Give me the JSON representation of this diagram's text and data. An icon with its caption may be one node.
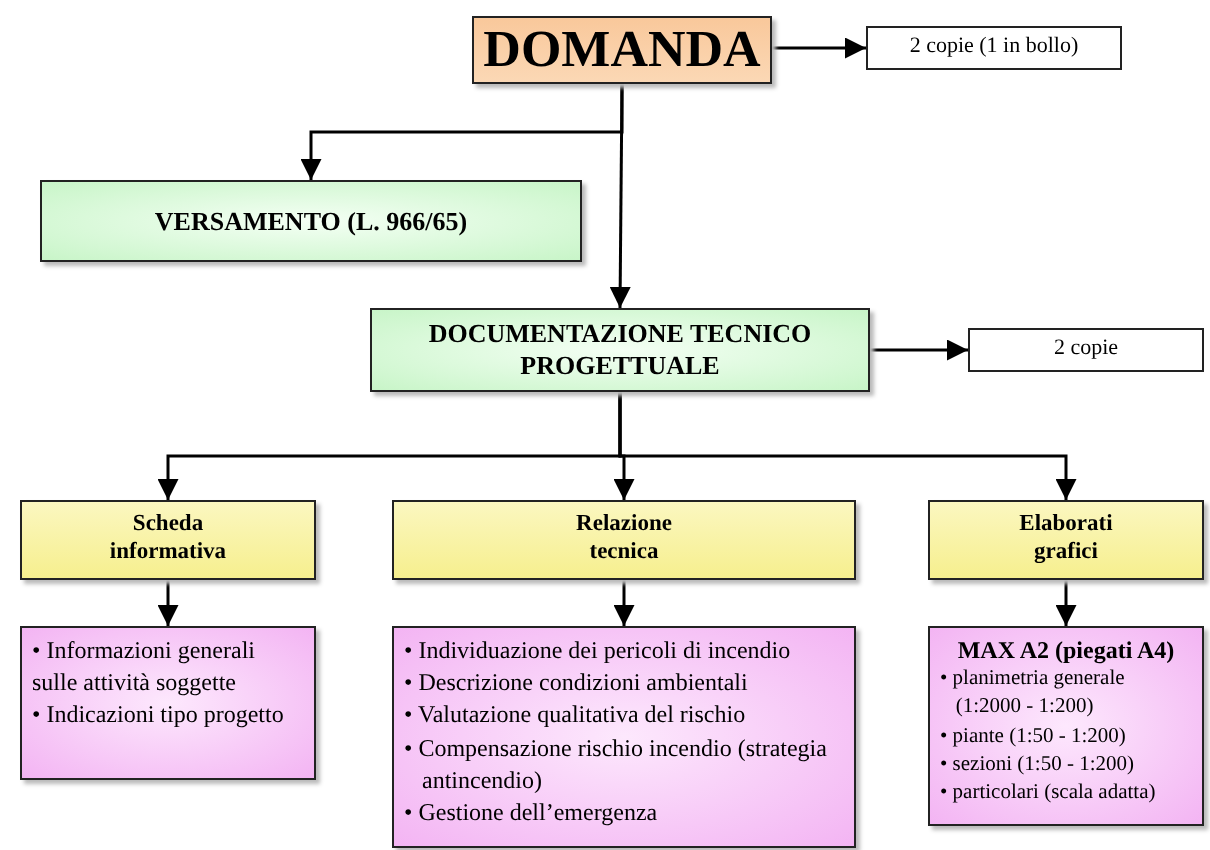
{
  "diagram": {
    "nodes": [
      {
        "text": [
          "DOMANDA"
        ]
      },
      {
        "text": [
          "2 copie (1 in bollo)"
        ]
      },
      {
        "text": [
          "VERSAMENTO (L. 966/65)"
        ]
      },
      {
        "text": [
          "DOCUMENTAZIONE TECNICO PROGETTUALE"
        ]
      },
      {
        "text": [
          "2 copie"
        ]
      },
      {
        "text": [
          "Scheda informativa"
        ]
      },
      {
        "text": [
          "Relazione tecnica"
        ]
      },
      {
        "text": [
          "Elaborati grafici"
        ]
      },
      {
        "text": [
          "• Informazioni generali sulle attività soggette",
          "• Indicazioni tipo progetto"
        ]
      },
      {
        "text": [
          "• Individuazione dei pericoli di incendio",
          "• Descrizione condizioni ambientali",
          "• Valutazione qualitativa del rischio",
          "• Compensazione rischio incendio (strategia antincendio)",
          "• Gestione dell’emergenza"
        ]
      },
      {
        "text": [
          "MAX A2 (piegati A4)",
          "• planimetria generale (1:2000 - 1:200)",
          "• piante (1:50 - 1:200)",
          "• sezioni (1:50 - 1:200)",
          "• particolari (scala adatta)"
        ]
      }
    ],
    "edges": [
      {
        "from": 0,
        "to": 1,
        "arrow": "to"
      },
      {
        "from": 0,
        "to": 2,
        "arrow": "to"
      },
      {
        "from": 0,
        "to": 3,
        "arrow": "to"
      },
      {
        "from": 3,
        "to": 4,
        "arrow": "to"
      },
      {
        "from": 3,
        "to": 5,
        "arrow": "to"
      },
      {
        "from": 3,
        "to": 6,
        "arrow": "to"
      },
      {
        "from": 3,
        "to": 7,
        "arrow": "to"
      },
      {
        "from": 5,
        "to": 8,
        "arrow": "to"
      },
      {
        "from": 6,
        "to": 9,
        "arrow": "to"
      },
      {
        "from": 7,
        "to": 10,
        "arrow": "to"
      }
    ]
  }
}
